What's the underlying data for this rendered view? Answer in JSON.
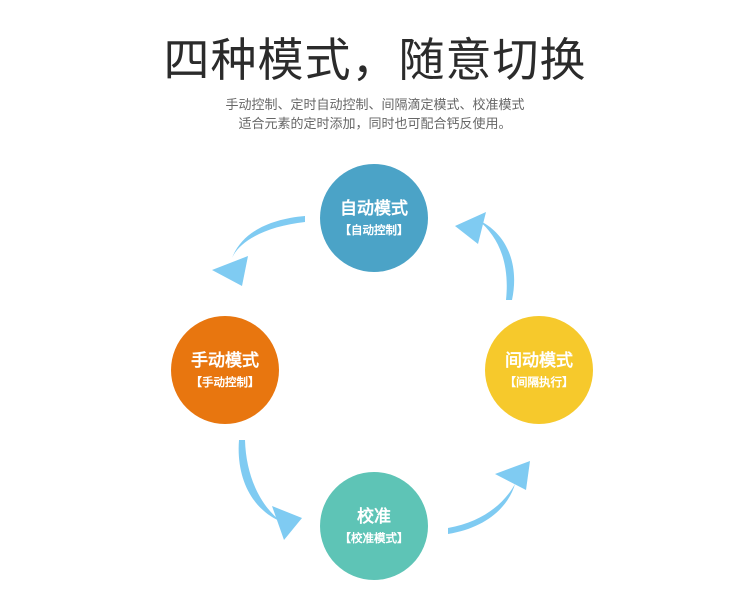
{
  "header": {
    "title": "四种模式，随意切换",
    "subtitle_line1": "手动控制、定时自动控制、间隔滴定模式、校准模式",
    "subtitle_line2": "适合元素的定时添加，同时也可配合钙反使用。"
  },
  "modes": {
    "auto": {
      "name": "自动模式",
      "sublabel": "【自动控制】",
      "color": "#4ba3c7"
    },
    "manual": {
      "name": "手动模式",
      "sublabel": "【手动控制】",
      "color": "#e8760f"
    },
    "interval": {
      "name": "间动模式",
      "sublabel": "【间隔执行】",
      "color": "#f6c92c"
    },
    "calib": {
      "name": "校准",
      "sublabel": "【校准模式】",
      "color": "#5ec4b6"
    }
  },
  "arrow_color": "#7fcbf2",
  "icons": {
    "arrows": [
      "curved-arrow-icon",
      "curved-arrow-icon",
      "curved-arrow-icon",
      "curved-arrow-icon"
    ]
  }
}
